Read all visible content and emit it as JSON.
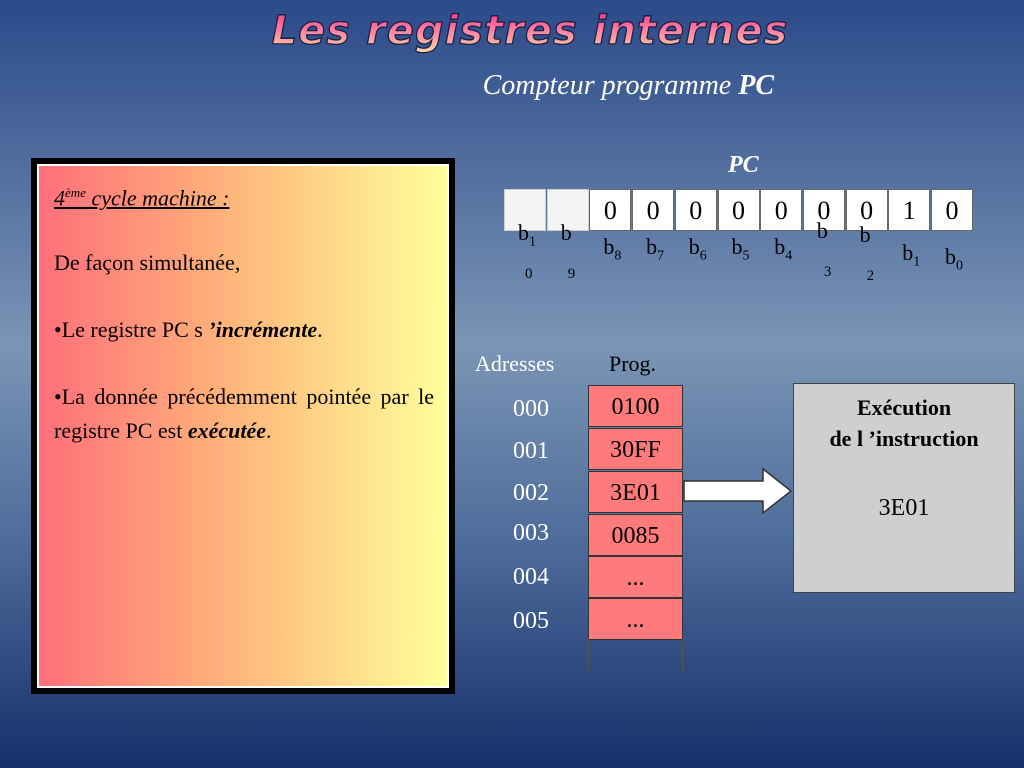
{
  "title": "Les registres internes",
  "subtitle": {
    "text": "Compteur programme ",
    "bold": "PC"
  },
  "panel": {
    "heading_num": "4",
    "heading_sup": "ème",
    "heading_rest": " cycle machine :",
    "line1": "De façon simultanée,",
    "line2_start": "•Le registre PC s ",
    "line2_em": "’incrémente",
    "line2_end": ".",
    "line3_start": "•La donnée précédemment pointée par le registre PC est ",
    "line3_em": "exécutée",
    "line3_end": "."
  },
  "register": {
    "label": "PC",
    "bits": [
      "",
      "",
      "0",
      "0",
      "0",
      "0",
      "0",
      "0",
      "0",
      "1",
      "0"
    ],
    "bit_labels": [
      {
        "b": "b",
        "sub": "1",
        "sub2": "0"
      },
      {
        "b": "b",
        "sub": "",
        "sub2": "9"
      },
      {
        "b": "b",
        "sub": "8"
      },
      {
        "b": "b",
        "sub": "7"
      },
      {
        "b": "b",
        "sub": "6"
      },
      {
        "b": "b",
        "sub": "5"
      },
      {
        "b": "b",
        "sub": "4"
      },
      {
        "b": "b",
        "sub": "",
        "sub2": "3"
      },
      {
        "b": "b",
        "sub": "",
        "sub2": "2"
      },
      {
        "b": "b",
        "sub": "1"
      },
      {
        "b": "b",
        "sub": "0"
      }
    ]
  },
  "memory": {
    "addresses_label": "Adresses",
    "prog_label": "Prog.",
    "addresses": [
      "000",
      "001",
      "002",
      "003",
      "004",
      "005"
    ],
    "contents": [
      "0100",
      "30FF",
      "3E01",
      "0085",
      "...",
      "..."
    ]
  },
  "execution": {
    "title_line1": "Exécution",
    "title_line2": "de l ’instruction",
    "value": "3E01"
  },
  "colors": {
    "memory_cell": "#ff7a7a",
    "exec_box": "#cfcfcf"
  }
}
